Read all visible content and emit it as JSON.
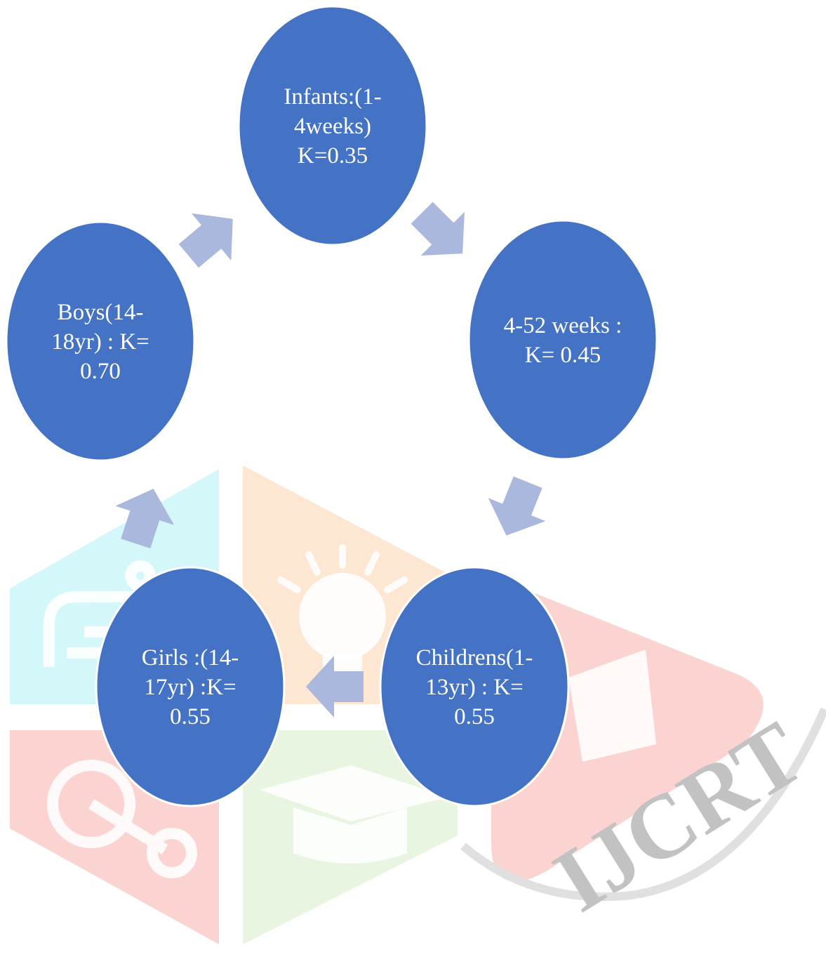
{
  "diagram": {
    "type": "cycle",
    "nodes": [
      {
        "id": "infants",
        "lines": [
          "Infants:(1-",
          "4weeks)",
          "K=0.35"
        ]
      },
      {
        "id": "weeks-4-52",
        "lines": [
          "4-52 weeks :",
          "K= 0.45"
        ]
      },
      {
        "id": "childrens",
        "lines": [
          "Childrens(1-",
          "13yr) : K=",
          "0.55"
        ]
      },
      {
        "id": "girls",
        "lines": [
          "Girls :(14-",
          "17yr) :K=",
          "0.55"
        ]
      },
      {
        "id": "boys",
        "lines": [
          "Boys(14-",
          "18yr) : K=",
          "0.70"
        ]
      }
    ],
    "flow": [
      "infants",
      "weeks-4-52",
      "childrens",
      "girls",
      "boys",
      "infants"
    ]
  },
  "watermark": {
    "text": "IJCRT"
  },
  "colors": {
    "node_fill": "#4472c4",
    "node_stroke": "#ffffff",
    "arrow_fill": "#a9b8dc",
    "watermark_cyan": "#d4f7fa",
    "watermark_orange": "#fde7d3",
    "watermark_red": "#fbd4d2",
    "watermark_green": "#e8f5e0",
    "watermark_text": "#c2c2c2"
  }
}
